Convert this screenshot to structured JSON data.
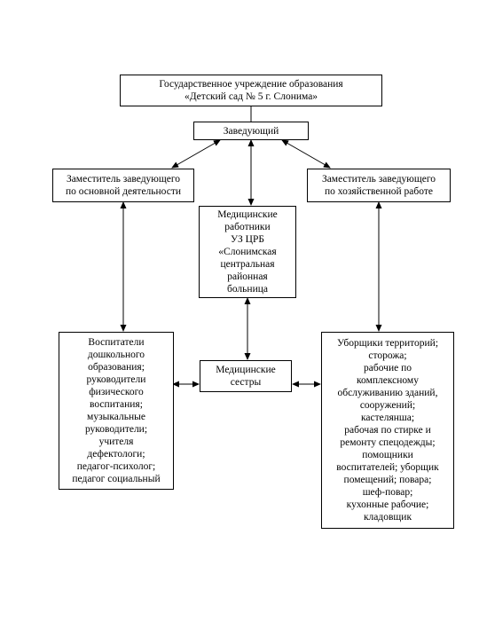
{
  "diagram": {
    "boxes": {
      "institution": "Государственное учреждение образования\n«Детский сад № 5 г. Слонима»",
      "head": "Заведующий",
      "deputy_main": "Заместитель заведующего\nпо основной деятельности",
      "deputy_admin": "Заместитель заведующего\nпо хозяйственной работе",
      "medical_workers": "Медицинские\nработники\nУЗ ЦРБ\n«Слонимская\nцентральная\nрайонная\nбольница",
      "nurses": "Медицинские\nсестры",
      "educators": "Воспитатели\nдошкольного\nобразования;\nруководители\nфизического\nвоспитания;\nмузыкальные\nруководители;\nучителя\nдефектологи;\nпедагог-психолог;\nпедагог социальный",
      "support_staff": "Уборщики территорий;\nсторожа;\nрабочие по\nкомплексному\nобслуживанию зданий,\nсооружений;\nкастелянша;\nрабочая по стирке и\nремонту спецодежды;\nпомощники\nвоспитателей; уборщик\nпомещений; повара;\nшеф-повар;\nкухонные рабочие;\nкладовщик"
    }
  }
}
